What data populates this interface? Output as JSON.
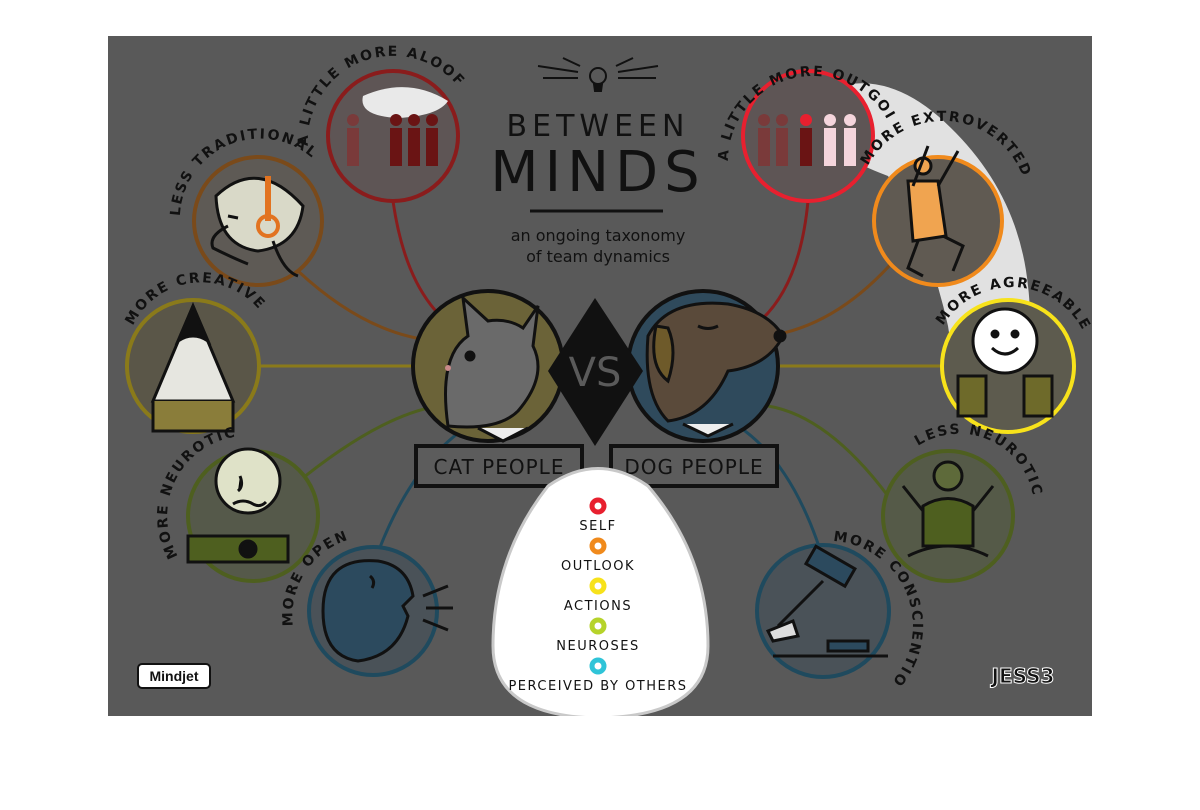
{
  "title_line1": "BETWEEN",
  "title_line2": "MINDS",
  "subtitle_line1": "an ongoing taxonomy",
  "subtitle_line2": "of team dynamics",
  "vs_label": "VS",
  "cat_label": "CAT PEOPLE",
  "dog_label": "DOG PEOPLE",
  "cat_traits": {
    "aloof": "A LITTLE MORE ALOOF",
    "traditional": "LESS TRADITIONAL",
    "creative": "MORE CREATIVE",
    "neurotic": "MORE NEUROTIC",
    "open": "MORE OPEN"
  },
  "dog_traits": {
    "outgoing": "A LITTLE MORE OUTGOING",
    "extroverted": "MORE EXTROVERTED",
    "agreeable": "MORE AGREEABLE",
    "neurotic": "LESS NEUROTIC",
    "conscientious": "MORE CONSCIENTIOUS"
  },
  "legend": [
    {
      "label": "SELF",
      "color": "#e8202f"
    },
    {
      "label": "OUTLOOK",
      "color": "#f08a1c"
    },
    {
      "label": "ACTIONS",
      "color": "#f7e21b"
    },
    {
      "label": "NEUROSES",
      "color": "#b6d32a"
    },
    {
      "label": "PERCEIVED BY OTHERS",
      "color": "#2fc4d8"
    }
  ],
  "brand_left": "Mindjet",
  "brand_right": "JESS3",
  "colors": {
    "background": "#595959",
    "self": "#8a1c1c",
    "outlook": "#7a4a1a",
    "actions": "#8a7a1a",
    "neuroses": "#4e5f1f",
    "perceived": "#1f4a5e"
  }
}
